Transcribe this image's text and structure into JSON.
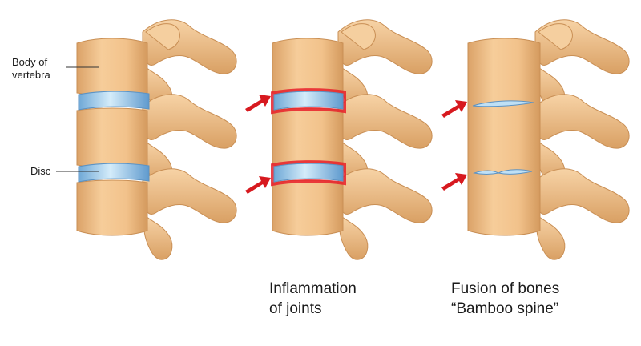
{
  "labels": {
    "body_of_vertebra_line1": "Body of",
    "body_of_vertebra_line2": "vertebra",
    "disc": "Disc"
  },
  "captions": {
    "middle_line1": "Inflammation",
    "middle_line2": "of joints",
    "right_line1": "Fusion of bones",
    "right_line2": "“Bamboo spine”"
  },
  "colors": {
    "bone": "#f3c48e",
    "bone_shadow": "#d9a064",
    "disc": "#a9d4ee",
    "disc_edge": "#6fa8d6",
    "inflammation": "#e8202a",
    "arrow": "#d7191f"
  }
}
